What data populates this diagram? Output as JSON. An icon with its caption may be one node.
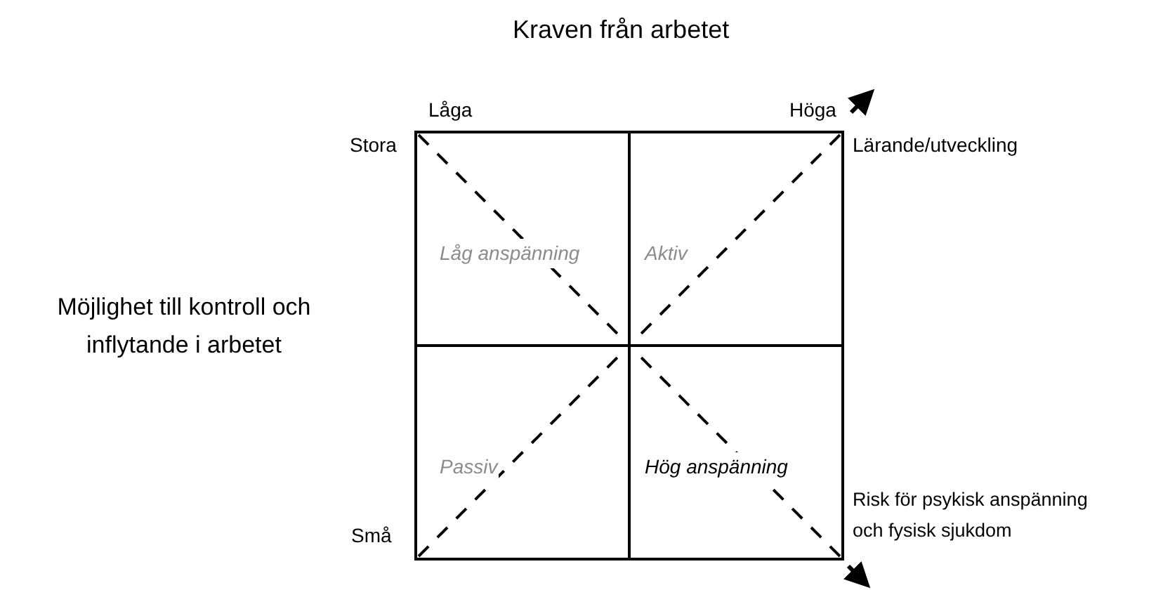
{
  "diagram": {
    "title": "Kraven från arbetet",
    "nodes": [
      {
        "text": [
          "Låg anspänning"
        ]
      },
      {
        "text": [
          "Aktiv"
        ]
      },
      {
        "text": [
          "Passiv"
        ]
      },
      {
        "text": [
          "Hög anspänning"
        ]
      }
    ],
    "labels": [
      "Låga",
      "Höga",
      "Stora",
      "Lärande/utveckling",
      "Möjlighet till kontroll och inflytande i arbetet",
      "Små",
      "Risk för psykisk anspänning och fysisk sjukdom"
    ]
  }
}
